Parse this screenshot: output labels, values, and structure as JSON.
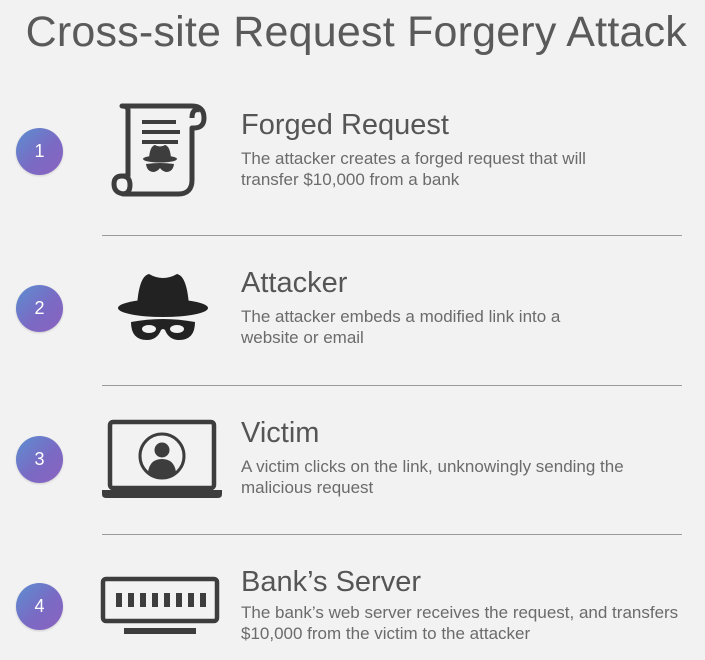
{
  "title": "Cross-site Request Forgery Attack",
  "steps": [
    {
      "number": "1",
      "heading": "Forged Request",
      "description": "The attacker creates a forged request that will transfer $10,000 from a bank",
      "icon": "scroll-with-spy-icon"
    },
    {
      "number": "2",
      "heading": "Attacker",
      "description": "The attacker embeds a modified link into a website or email",
      "icon": "spy-hat-mask-icon"
    },
    {
      "number": "3",
      "heading": "Victim",
      "description": "A victim clicks on the link, unknowingly sending the malicious request",
      "icon": "laptop-user-icon"
    },
    {
      "number": "4",
      "heading": "Bank’s Server",
      "description": "The bank’s web server receives the request, and transfers $10,000 from the victim to the attacker",
      "icon": "server-icon"
    }
  ],
  "colors": {
    "background": "#f2f2f2",
    "icon": "#3d3d3d",
    "badge_start": "#5b8fd0",
    "badge_end": "#8a63bf"
  }
}
